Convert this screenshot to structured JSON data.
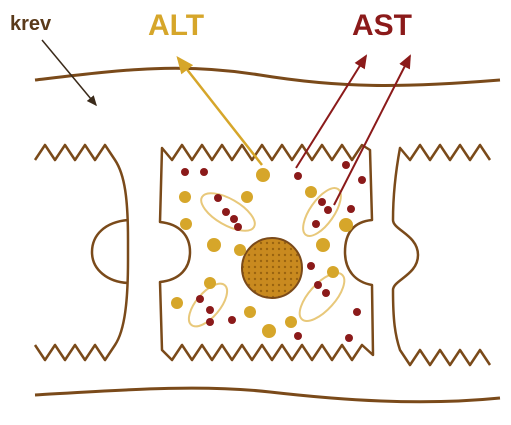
{
  "labels": {
    "blood": "krev",
    "alt": "ALT",
    "ast": "AST"
  },
  "colors": {
    "outline": "#7a4a1a",
    "alt": "#d6a62a",
    "ast": "#8b1a1a",
    "nucleus_fill": "#c98a1f",
    "organelle_outline": "#e8c87a",
    "cell_fill": "#ffffff"
  }
}
